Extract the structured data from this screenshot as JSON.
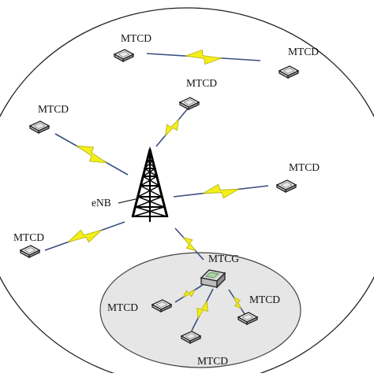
{
  "diagram": {
    "tower_label": "eNB",
    "gateway_label": "MTCG",
    "device_label": "MTCD",
    "macro_devices": [
      "MTCD",
      "MTCD",
      "MTCD",
      "MTCD",
      "MTCD",
      "MTCD"
    ],
    "cluster_devices": [
      "MTCD",
      "MTCD",
      "MTCD"
    ],
    "colors": {
      "bolt": "#f3ef19",
      "bolt_stroke": "#b2ad10",
      "link_line": "#3a4e7f",
      "cluster_fill": "#e6e6e6",
      "outline": "#222222"
    }
  }
}
